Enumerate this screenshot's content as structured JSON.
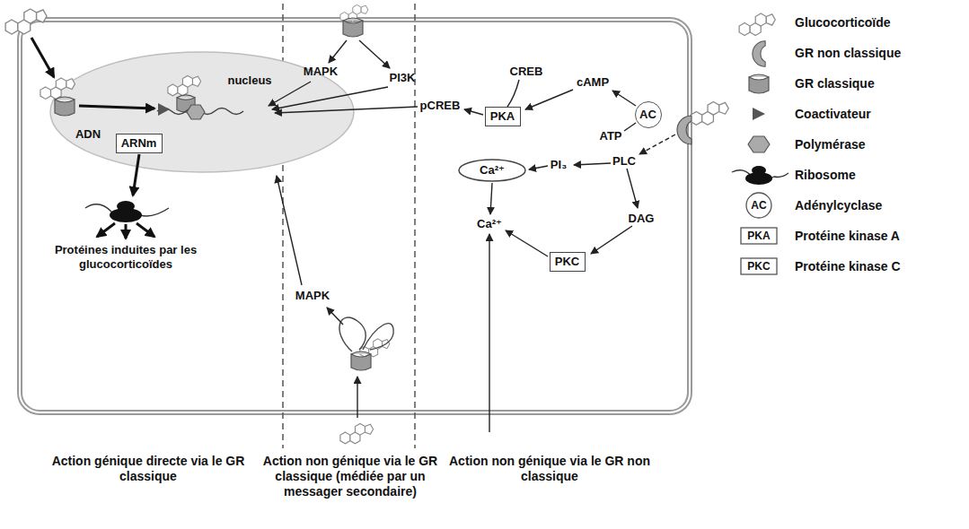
{
  "diagram": {
    "nodes": [
      {
        "text": [
          "nucleus"
        ]
      },
      {
        "text": [
          "ARNm"
        ],
        "in": 0
      },
      {
        "text": [
          "PKA"
        ]
      },
      {
        "text": [
          "PKC"
        ]
      },
      {
        "text": [
          "AC"
        ]
      },
      {
        "text": [
          "Ca²⁺"
        ]
      }
    ],
    "labels": [
      "ADN",
      "MAPK",
      "PI3K",
      "CREB",
      "pCREB",
      "cAMP",
      "ATP",
      "PLC",
      "PI₃",
      "DAG",
      "Ca²⁺",
      "Protéines induites par les glucocorticoïdes",
      "MAPK",
      "Action génique directe via le GR classique",
      "Action non génique via le GR classique (médiée par un messager secondaire)",
      "Action non génique via le GR non classique",
      "AC",
      "PKA",
      "PKC"
    ],
    "legend": [
      {
        "text": "Glucocorticoïde"
      },
      {
        "text": "GR non classique"
      },
      {
        "text": "GR classique"
      },
      {
        "text": "Coactivateur"
      },
      {
        "text": "Polymérase"
      },
      {
        "text": "Ribosome"
      },
      {
        "text": "Adénylcyclase"
      },
      {
        "text": "Protéine kinase A"
      },
      {
        "text": "Protéine kinase C"
      }
    ]
  }
}
